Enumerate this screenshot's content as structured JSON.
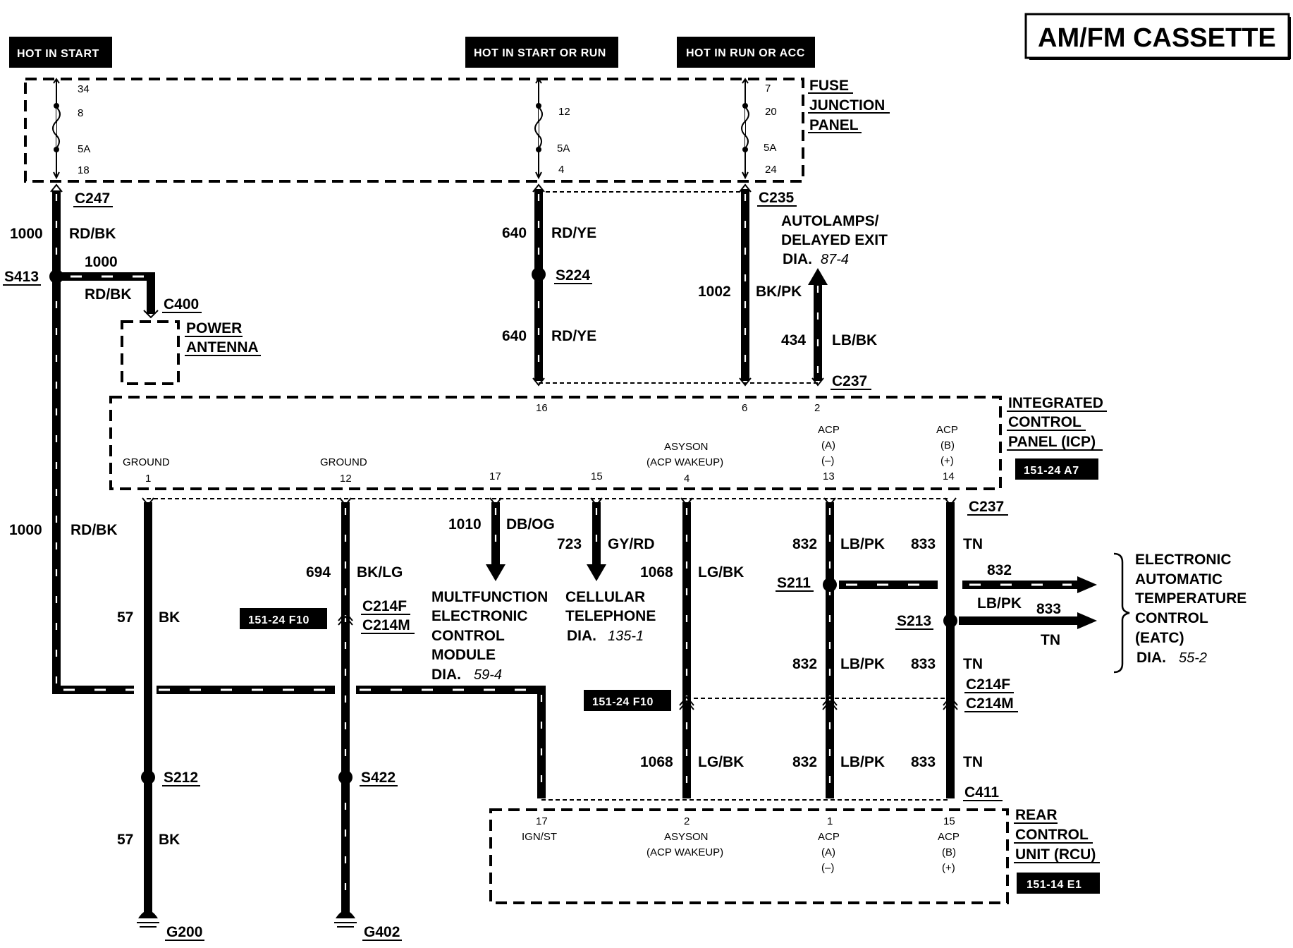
{
  "title": "AM/FM CASSETTE",
  "power_sources": [
    "HOT IN START",
    "HOT IN START OR RUN",
    "HOT IN RUN OR ACC"
  ],
  "fuse_junction_panel": {
    "label": [
      "FUSE",
      "JUNCTION",
      "PANEL"
    ],
    "fuses": [
      {
        "top": "34",
        "fuse": "8",
        "rating": "5A",
        "pin": "18"
      },
      {
        "fuse": "12",
        "rating": "5A",
        "pin": "4"
      },
      {
        "top": "7",
        "fuse": "20",
        "rating": "5A",
        "pin": "24"
      }
    ]
  },
  "connectors": {
    "c247": "C247",
    "c235": "C235",
    "c400": "C400",
    "c237a": "C237",
    "c237b": "C237",
    "c214f": "C214F",
    "c214m": "C214M",
    "c214f2": "C214F",
    "c214m2": "C214M",
    "c411": "C411"
  },
  "splices": {
    "s413": "S413",
    "s224": "S224",
    "s211": "S211",
    "s213": "S213",
    "s212": "S212",
    "s422": "S422"
  },
  "grounds": {
    "g200": "G200",
    "g402": "G402"
  },
  "circuits": {
    "c1000": "1000",
    "rdbk": "RD/BK",
    "c640": "640",
    "rdye": "RD/YE",
    "c1002": "1002",
    "bkpk": "BK/PK",
    "c434": "434",
    "lbbk": "LB/BK",
    "c1010": "1010",
    "dbog": "DB/OG",
    "c723": "723",
    "gyrd": "GY/RD",
    "c1068": "1068",
    "lgbk": "LG/BK",
    "c832": "832",
    "lbpk": "LB/PK",
    "c833": "833",
    "tn": "TN",
    "c694": "694",
    "bklg": "BK/LG",
    "c57": "57",
    "bk": "BK"
  },
  "components": {
    "power_antenna": [
      "POWER",
      "ANTENNA"
    ],
    "autolamps": [
      "AUTOLAMPS/",
      "DELAYED EXIT",
      "DIA.",
      "87-4"
    ],
    "icp": [
      "INTEGRATED",
      "CONTROL",
      "PANEL (ICP)"
    ],
    "icp_ref": "151-24 A7",
    "mem": [
      "MULTFUNCTION",
      "ELECTRONIC",
      "CONTROL",
      "MODULE",
      "DIA.",
      "59-4"
    ],
    "cell": [
      "CELLULAR",
      "TELEPHONE",
      "DIA.",
      "135-1"
    ],
    "eatc": [
      "ELECTRONIC",
      "AUTOMATIC",
      "TEMPERATURE",
      "CONTROL",
      "(EATC)",
      "DIA.",
      "55-2"
    ],
    "rcu": [
      "REAR",
      "CONTROL",
      "UNIT (RCU)"
    ],
    "rcu_ref": "151-14 E1",
    "ref_f10": "151-24 F10"
  },
  "icp_pins": {
    "p16": "16",
    "p6": "6",
    "p2": "2",
    "ground": "GROUND",
    "p1": "1",
    "p12": "12",
    "p17": "17",
    "p15": "15",
    "asyson": "ASYSON",
    "acp_wakeup": "(ACP WAKEUP)",
    "p4": "4",
    "acp": "ACP",
    "a": "(A)",
    "minus": "(–)",
    "p13": "13",
    "b": "(B)",
    "plus": "(+)",
    "p14": "14"
  },
  "rcu_pins": {
    "p17": "17",
    "ignst": "IGN/ST",
    "p2": "2",
    "asyson": "ASYSON",
    "acp_wakeup": "(ACP WAKEUP)",
    "p1": "1",
    "acp": "ACP",
    "a": "(A)",
    "minus": "(–)",
    "p15": "15",
    "b": "(B)",
    "plus": "(+)"
  }
}
